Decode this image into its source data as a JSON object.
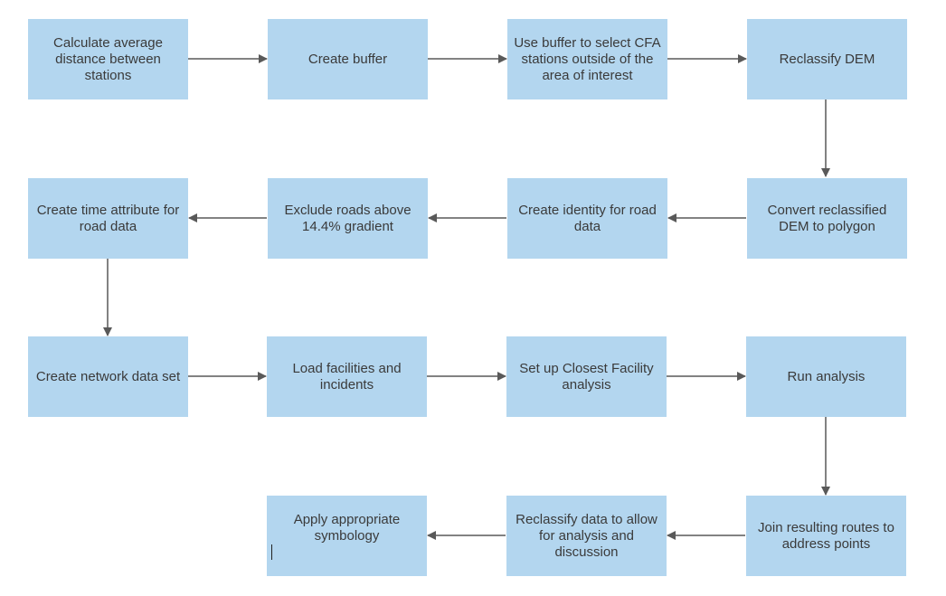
{
  "flowchart": {
    "steps": [
      {
        "label": "Calculate average distance between stations"
      },
      {
        "label": "Create buffer"
      },
      {
        "label": "Use buffer to select CFA stations outside of the area of interest"
      },
      {
        "label": "Reclassify DEM"
      },
      {
        "label": "Convert reclassified DEM to polygon"
      },
      {
        "label": "Create identity for road data"
      },
      {
        "label": "Exclude roads above 14.4% gradient"
      },
      {
        "label": "Create time attribute for road data"
      },
      {
        "label": "Create network data set"
      },
      {
        "label": "Load facilities and incidents"
      },
      {
        "label": "Set up Closest Facility analysis"
      },
      {
        "label": "Run analysis"
      },
      {
        "label": "Join resulting routes to address points"
      },
      {
        "label": "Reclassify data to allow for analysis and discussion"
      },
      {
        "label": "Apply appropriate symbology"
      }
    ],
    "colors": {
      "box_fill": "#b3d6ef",
      "text": "#3a3a3a",
      "arrow": "#595959"
    }
  }
}
